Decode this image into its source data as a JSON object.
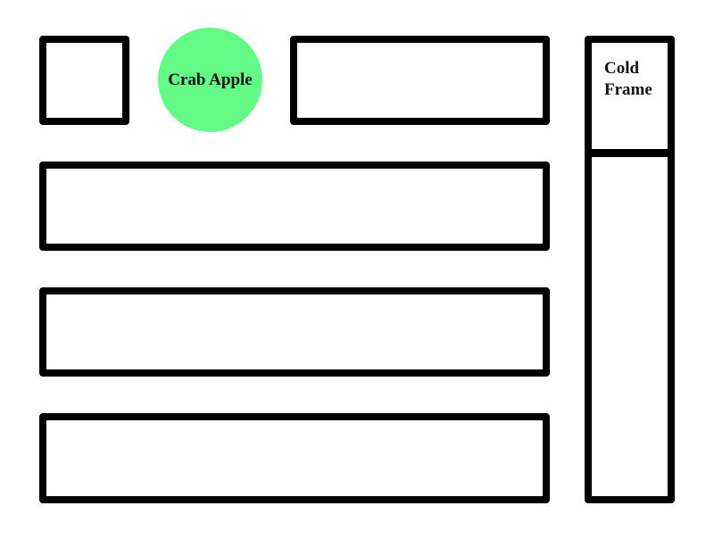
{
  "plants": {
    "crab_apple": {
      "label": "Crab Apple",
      "color": "#63fb85"
    }
  },
  "structures": {
    "cold_frame": {
      "label_line1": "Cold",
      "label_line2": "Frame"
    }
  },
  "colors": {
    "outline": "#000000",
    "background": "#ffffff"
  }
}
